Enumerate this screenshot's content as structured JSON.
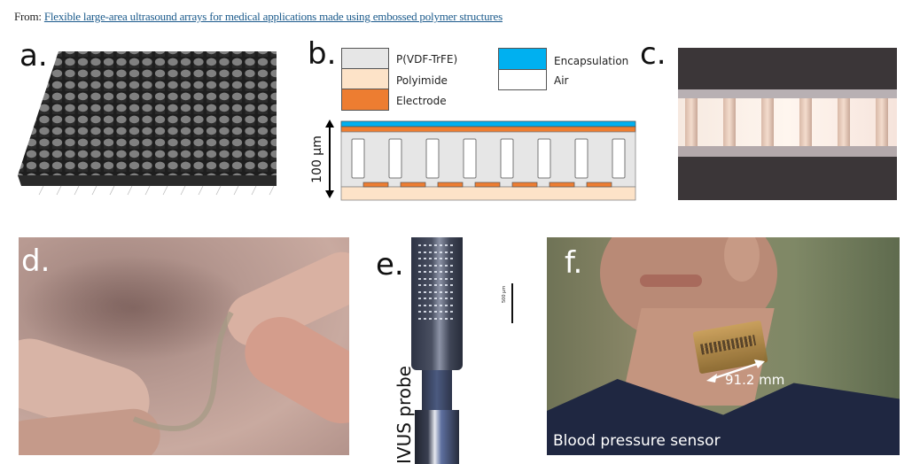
{
  "header": {
    "from_label": "From:",
    "article_link": "Flexible large-area ultrasound arrays for medical applications made using embossed polymer structures"
  },
  "panels": {
    "a": {
      "label": "a.",
      "description": "3D rendering of embossed hexagonal pillar array"
    },
    "b": {
      "label": "b.",
      "legend": [
        {
          "name": "P(VDF-TrFE)",
          "color": "#e6e6e6"
        },
        {
          "name": "Polyimide",
          "color": "#fde3c8"
        },
        {
          "name": "Electrode",
          "color": "#ed7d31"
        },
        {
          "name": "Encapsulation",
          "color": "#00b0f0"
        },
        {
          "name": "Air",
          "color": "#ffffff"
        }
      ],
      "scale_label": "100 µm",
      "cavity_count": 8,
      "electrode_count": 7
    },
    "c": {
      "label": "c.",
      "description": "Microscope cross-section of embossed cavities"
    },
    "d": {
      "label": "d.",
      "description": "Flexible film bent between fingers"
    },
    "e": {
      "label": "e.",
      "scale_bar": "500 µm",
      "caption": "IVUS probe"
    },
    "f": {
      "label": "f.",
      "dimension": "91.2 mm",
      "caption": "Blood pressure sensor"
    }
  }
}
